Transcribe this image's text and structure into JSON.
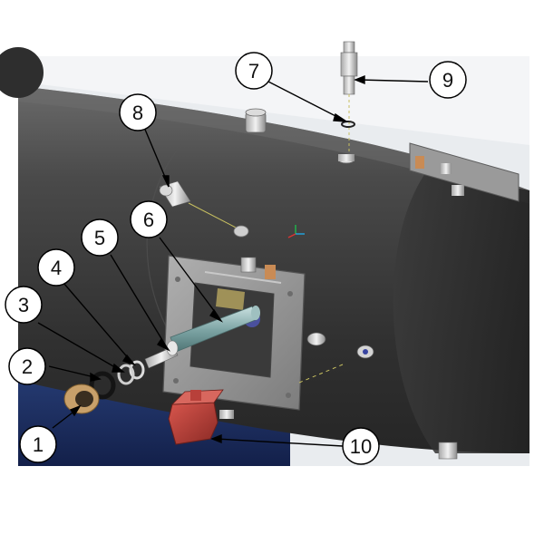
{
  "figure": {
    "callouts": [
      {
        "id": "1",
        "label": "1"
      },
      {
        "id": "2",
        "label": "2"
      },
      {
        "id": "3",
        "label": "3"
      },
      {
        "id": "4",
        "label": "4"
      },
      {
        "id": "5",
        "label": "5"
      },
      {
        "id": "6",
        "label": "6"
      },
      {
        "id": "7",
        "label": "7"
      },
      {
        "id": "8",
        "label": "8"
      },
      {
        "id": "9",
        "label": "9"
      },
      {
        "id": "10",
        "label": "10"
      }
    ],
    "colors": {
      "background": "#ffffff",
      "tank_body": "#3c3c3c",
      "tank_highlight": "#5a5a5a",
      "floor_blue": "#1f2f5e",
      "frame_gray": "#8e8e8e",
      "heater_rod": "#7fa6a6",
      "red_part": "#b8403a",
      "gasket_tan": "#c8a06a",
      "leader_line": "#000000"
    }
  }
}
